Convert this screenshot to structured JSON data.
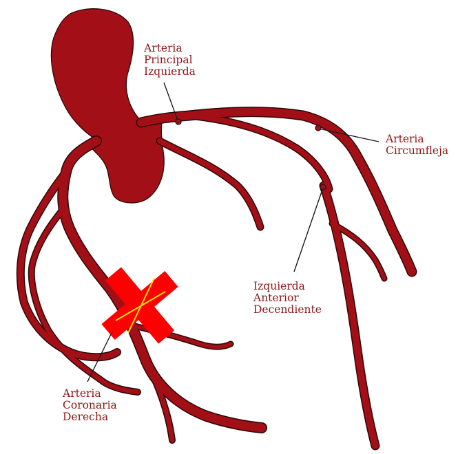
{
  "labels": {
    "left_main": "Arteria\nPrincipal\nIzquierda",
    "circumflex": "Arteria\nCircumfleja",
    "lad": "Izquierda\nAnterior\nDecendiente",
    "rca": "Arteria\nCoronaria\nDerecha"
  },
  "colors": {
    "vessel": "#a30f16",
    "outline": "#2a0606",
    "label": "#8e1515",
    "blockage_mark": "#ff0000",
    "blockage_cross": "#ffe600"
  },
  "blockage": {
    "location": "Arteria Coronaria Derecha",
    "marker": "red X with yellow crossing lines"
  }
}
